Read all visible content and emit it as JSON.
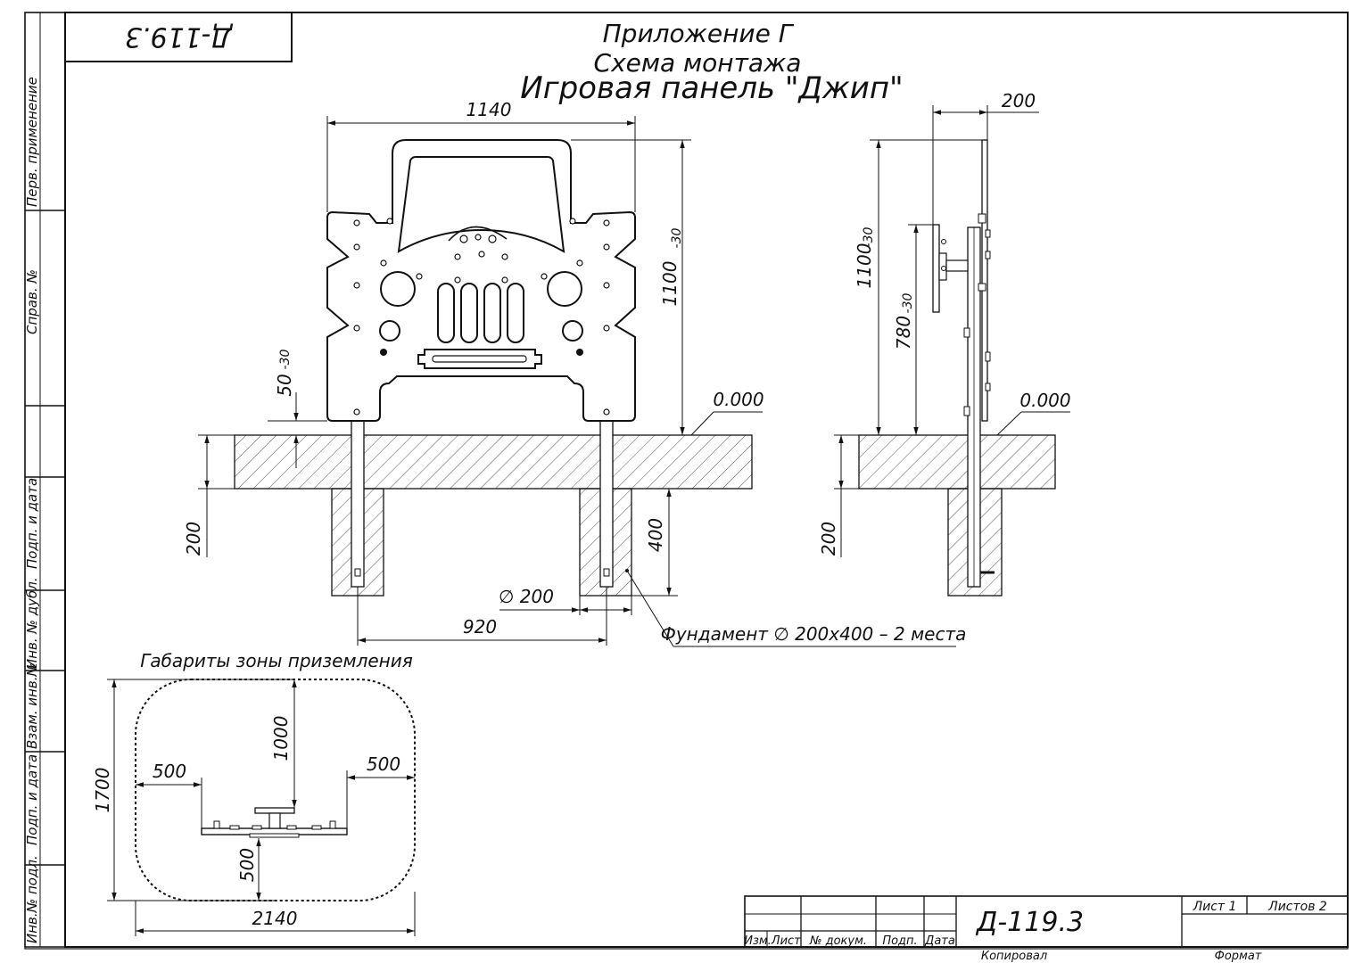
{
  "stamp_code": "Д-119.3",
  "title": {
    "line1": "Приложение Г",
    "line2": "Схема монтажа",
    "line3": "Игровая панель \"Джип\""
  },
  "side_column": {
    "perv_primen": "Перв. применение",
    "sprav_no": "Справ. №",
    "podp_data_1": "Подп. и дата",
    "inv_dubl": "Инв. № дубл.",
    "vzam_inv": "Взам. инв.№",
    "podp_data_2": "Подп. и дата",
    "inv_podl": "Инв.№ подл."
  },
  "front_view": {
    "width": "1140",
    "height": "1100",
    "height_tol": "-30",
    "leg_gap": "50",
    "leg_gap_tol": "-30",
    "level": "0.000",
    "slab": "200",
    "depth": "400",
    "diameter": "∅ 200",
    "post_spacing": "920"
  },
  "side_view": {
    "depth": "200",
    "height": "1100",
    "height_tol": "-30",
    "wheel_height": "780",
    "wheel_height_tol": "-30",
    "level": "0.000",
    "slab": "200"
  },
  "foundation_note": "Фундамент ∅ 200х400 – 2 места",
  "landing_zone": {
    "title": "Габариты зоны приземления",
    "length": "1700",
    "width": "2140",
    "left": "500",
    "right": "500",
    "top": "1000",
    "bottom": "500"
  },
  "title_block": {
    "code": "Д-119.3",
    "sheet": "Лист 1",
    "sheets": "Листов 2",
    "col_izm_list": "Изм.Лист",
    "col_doc": "№ докум.",
    "col_sign": "Подп.",
    "col_date": "Дата",
    "copied": "Копировал",
    "format": "Формат"
  }
}
